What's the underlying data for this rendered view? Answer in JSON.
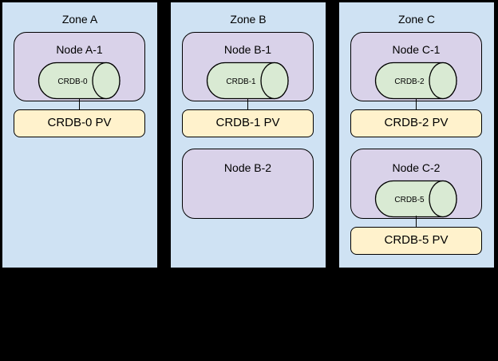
{
  "colors": {
    "canvas-bg": "#000000",
    "zone-fill": "#cfe2f3",
    "node-fill": "#d9d2e9",
    "db-fill": "#d9ead3",
    "pv-fill": "#fff2cc",
    "line": "#000000",
    "text": "#000000"
  },
  "zones": [
    {
      "title": "Zone A",
      "nodes": [
        {
          "title": "Node A-1",
          "db": "CRDB-0",
          "pv": "CRDB-0 PV"
        }
      ]
    },
    {
      "title": "Zone B",
      "nodes": [
        {
          "title": "Node B-1",
          "db": "CRDB-1",
          "pv": "CRDB-1 PV"
        },
        {
          "title": "Node B-2"
        }
      ]
    },
    {
      "title": "Zone C",
      "nodes": [
        {
          "title": "Node C-1",
          "db": "CRDB-2",
          "pv": "CRDB-2 PV"
        },
        {
          "title": "Node C-2",
          "db": "CRDB-5",
          "pv": "CRDB-5 PV"
        }
      ]
    }
  ]
}
